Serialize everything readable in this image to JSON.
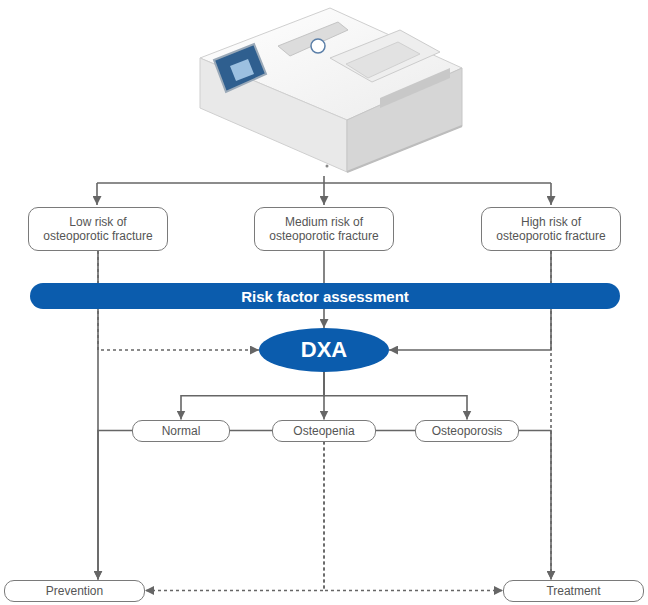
{
  "diagram": {
    "nodes": [
      {
        "text": [
          "Low risk of osteoporotic fracture"
        ]
      },
      {
        "text": [
          "Medium risk of osteoporotic fracture"
        ]
      },
      {
        "text": [
          "High risk of osteoporotic fracture"
        ]
      },
      {
        "text": [
          "Risk factor assessment"
        ]
      },
      {
        "text": [
          "DXA"
        ]
      },
      {
        "text": [
          "Normal"
        ]
      },
      {
        "text": [
          "Osteopenia"
        ]
      },
      {
        "text": [
          "Osteoporosis"
        ]
      },
      {
        "text": [
          "Prevention"
        ]
      },
      {
        "text": [
          "Treatment"
        ]
      }
    ],
    "edges": [
      {
        "from": 0,
        "to": 8,
        "arrow": "to"
      },
      {
        "from": 0,
        "to": 4,
        "arrow": "to"
      },
      {
        "from": 1,
        "to": 4,
        "arrow": "to"
      },
      {
        "from": 2,
        "to": 4,
        "arrow": "to"
      },
      {
        "from": 2,
        "to": 9,
        "arrow": "to"
      },
      {
        "from": 4,
        "to": 5,
        "arrow": "to"
      },
      {
        "from": 4,
        "to": 6,
        "arrow": "to"
      },
      {
        "from": 4,
        "to": 7,
        "arrow": "to"
      },
      {
        "from": 5,
        "to": 6,
        "arrow": "none"
      },
      {
        "from": 6,
        "to": 7,
        "arrow": "none"
      },
      {
        "from": 5,
        "to": 8,
        "arrow": "to"
      },
      {
        "from": 6,
        "to": 8,
        "arrow": "to"
      },
      {
        "from": 6,
        "to": 9,
        "arrow": "to"
      },
      {
        "from": 7,
        "to": 9,
        "arrow": "to"
      }
    ]
  }
}
